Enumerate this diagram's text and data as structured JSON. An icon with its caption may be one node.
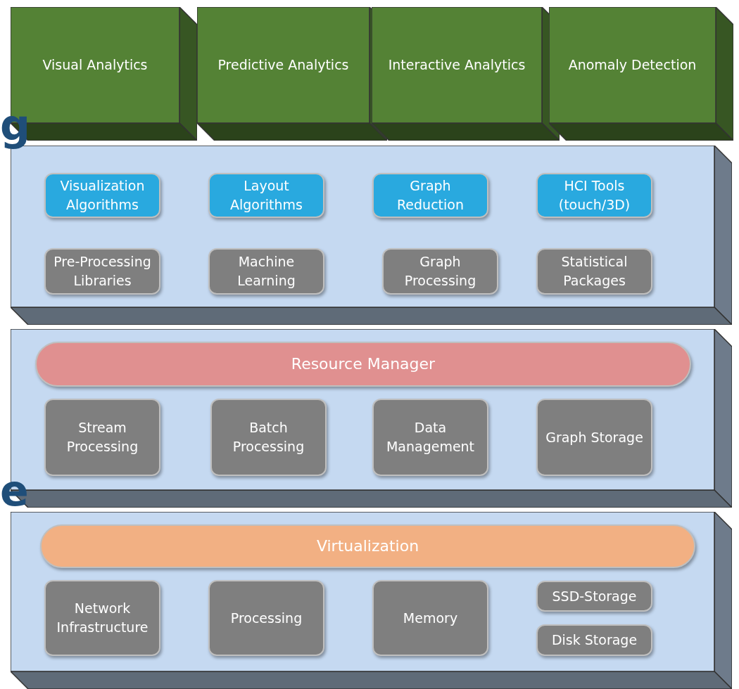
{
  "diagram": {
    "nodes": [
      {
        "text": [
          "Visual Analytics"
        ]
      },
      {
        "text": [
          "Predictive Analytics"
        ]
      },
      {
        "text": [
          "Interactive Analytics"
        ]
      },
      {
        "text": [
          "Anomaly Detection"
        ]
      },
      {
        "text": [],
        "shape": "box"
      },
      {
        "text": [
          "Visualization Algorithms"
        ],
        "in": 4
      },
      {
        "text": [
          "Layout Algorithms"
        ],
        "in": 4
      },
      {
        "text": [
          "Graph Reduction"
        ],
        "in": 4
      },
      {
        "text": [
          "HCI Tools (touch/3D)"
        ],
        "in": 4
      },
      {
        "text": [
          "Pre-Processing Libraries"
        ],
        "in": 4
      },
      {
        "text": [
          "Machine Learning"
        ],
        "in": 4
      },
      {
        "text": [
          "Graph Processing"
        ],
        "in": 4
      },
      {
        "text": [
          "Statistical Packages"
        ],
        "in": 4
      },
      {
        "text": [],
        "shape": "box"
      },
      {
        "text": [
          "Resource Manager"
        ],
        "in": 13
      },
      {
        "text": [
          "Stream Processing"
        ],
        "in": 13
      },
      {
        "text": [
          "Batch Processing"
        ],
        "in": 13
      },
      {
        "text": [
          "Data Management"
        ],
        "in": 13
      },
      {
        "text": [
          "Graph Storage"
        ],
        "in": 13
      },
      {
        "text": [],
        "shape": "box"
      },
      {
        "text": [
          "Virtualization"
        ],
        "in": 19
      },
      {
        "text": [
          "Network Infrastructure"
        ],
        "in": 19
      },
      {
        "text": [
          "Processing"
        ],
        "in": 19
      },
      {
        "text": [
          "Memory"
        ],
        "in": 19
      },
      {
        "text": [
          "SSD-Storage"
        ],
        "in": 19
      },
      {
        "text": [
          "Disk Storage"
        ],
        "in": 19
      }
    ],
    "labels": [
      "g",
      "e"
    ]
  }
}
